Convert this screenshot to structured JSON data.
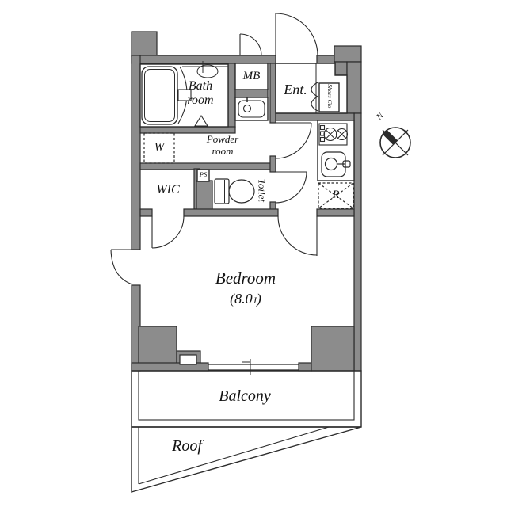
{
  "colors": {
    "wall": "#8c8c8c",
    "line": "#2b2b2b",
    "text": "#141414"
  },
  "labels": {
    "bath_line1": "Bath",
    "bath_line2": "room",
    "mb": "MB",
    "entrance": "Ent.",
    "shoes_closet": "Shoes Clo",
    "powder_line1": "Powder",
    "powder_line2": "room",
    "washer": "W",
    "wic": "WIC",
    "pipe_space": "PS",
    "toilet": "Toilet",
    "fridge": "R",
    "bedroom": "Bedroom",
    "bedroom_size_open": "(8.0",
    "bedroom_size_unit": "J",
    "bedroom_size_close": ")",
    "balcony": "Balcony",
    "roof": "Roof",
    "north": "N"
  }
}
